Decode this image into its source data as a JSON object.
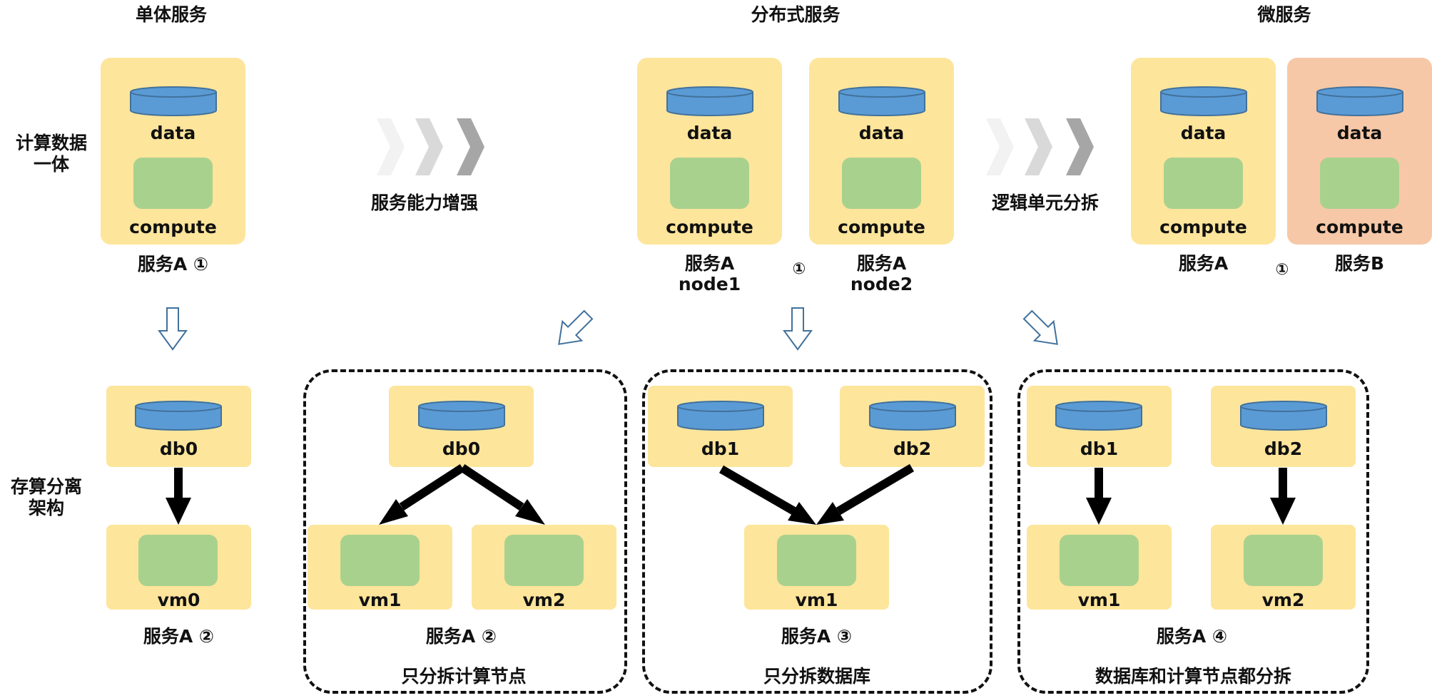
{
  "headers": {
    "monolith": "单体服务",
    "distributed": "分布式服务",
    "micro": "微服务"
  },
  "row_labels": {
    "unified_line1": "计算数据",
    "unified_line2": "一体",
    "separated_line1": "存算分离",
    "separated_line2": "架构"
  },
  "transitions": {
    "enhance": "服务能力增强",
    "split_logic": "逻辑单元分拆"
  },
  "top": {
    "data_label": "data",
    "compute_label": "compute",
    "svc_a_1": "服务A ①",
    "svc_a": "服务A",
    "node1": "node1",
    "node2": "node2",
    "svc_b": "服务B",
    "circle_1": "①"
  },
  "bottom": {
    "db0": "db0",
    "db1": "db1",
    "db2": "db2",
    "vm0": "vm0",
    "vm1": "vm1",
    "vm2": "vm2",
    "svc_a_2": "服务A ②",
    "svc_a_3": "服务A ③",
    "svc_a_4": "服务A ④",
    "group_compute_only": "只分拆计算节点",
    "group_db_only": "只分拆数据库",
    "group_both": "数据库和计算节点都分拆"
  },
  "colors": {
    "box_yellow": "#fde59b",
    "box_salmon": "#f6c8a7",
    "compute_green": "#a9d18e",
    "db_blue": "#5b9bd5",
    "db_stroke": "#41719c",
    "chevron_gray": "#a6a6a6"
  }
}
